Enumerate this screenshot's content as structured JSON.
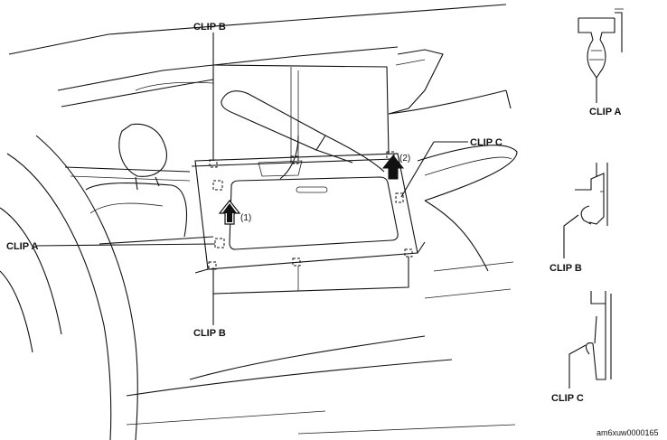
{
  "labels": {
    "clip_b_top": "CLIP B",
    "clip_b_bottom": "CLIP B",
    "clip_a_left": "CLIP A",
    "clip_c_right": "CLIP C",
    "step_1": "(1)",
    "step_2": "(2)",
    "detail_clip_a": "CLIP A",
    "detail_clip_b": "CLIP B",
    "detail_clip_c": "CLIP C",
    "figure_code": "am6xuw0000165"
  },
  "icons": {
    "arrow_1": "up-arrow-icon",
    "arrow_2": "up-arrow-icon"
  }
}
